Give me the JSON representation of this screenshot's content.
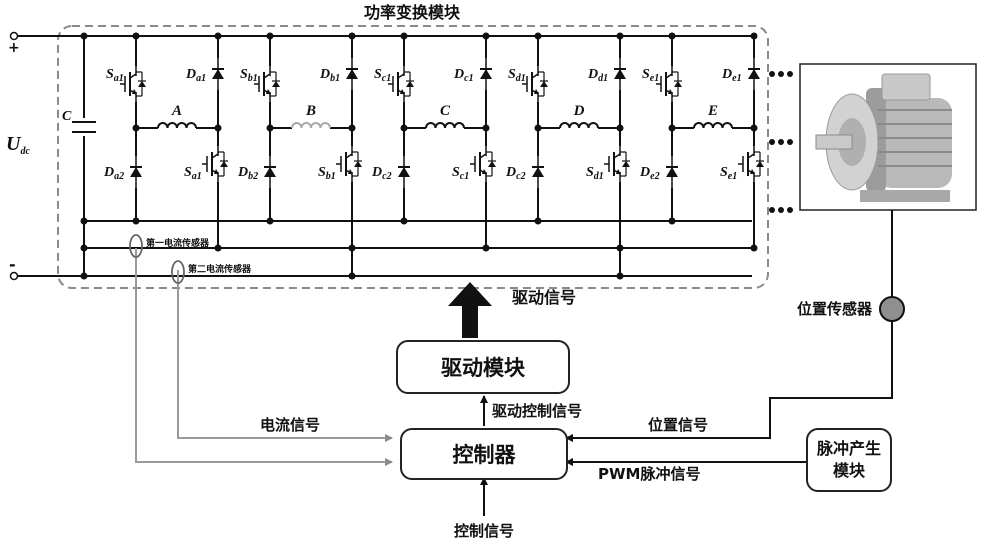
{
  "title": "功率变换模块",
  "supply": {
    "plus": "+",
    "minus": "-",
    "voltage_main": "U",
    "voltage_sub": "dc",
    "capacitor": "C"
  },
  "phases": [
    {
      "letter": "A",
      "upper_switch": "S",
      "upper_sub": "a1",
      "upper_diode": "D",
      "upper_diode_sub": "a1",
      "lower_diode": "D",
      "lower_diode_sub": "a2",
      "lower_switch": "S",
      "lower_sub": "a1"
    },
    {
      "letter": "B",
      "upper_switch": "S",
      "upper_sub": "b1",
      "upper_diode": "D",
      "upper_diode_sub": "b1",
      "lower_diode": "D",
      "lower_diode_sub": "b2",
      "lower_switch": "S",
      "lower_sub": "b1"
    },
    {
      "letter": "C",
      "upper_switch": "S",
      "upper_sub": "c1",
      "upper_diode": "D",
      "upper_diode_sub": "c1",
      "lower_diode": "D",
      "lower_diode_sub": "c2",
      "lower_switch": "S",
      "lower_sub": "c1"
    },
    {
      "letter": "D",
      "upper_switch": "S",
      "upper_sub": "d1",
      "upper_diode": "D",
      "upper_diode_sub": "d1",
      "lower_diode": "D",
      "lower_diode_sub": "c2",
      "lower_switch": "S",
      "lower_sub": "d1"
    },
    {
      "letter": "E",
      "upper_switch": "S",
      "upper_sub": "e1",
      "upper_diode": "D",
      "upper_diode_sub": "e1",
      "lower_diode": "D",
      "lower_diode_sub": "e2",
      "lower_switch": "S",
      "lower_sub": "e1"
    }
  ],
  "sensors": {
    "first": "第一电流传感器",
    "second": "第二电流传感器",
    "position": "位置传感器"
  },
  "signals": {
    "drive": "驱动信号",
    "drive_control": "驱动控制信号",
    "current": "电流信号",
    "position": "位置信号",
    "pwm": "PWM脉冲信号",
    "control": "控制信号"
  },
  "blocks": {
    "drive_module": "驱动模块",
    "controller": "控制器",
    "pulse_module": "脉冲产生模块"
  },
  "colors": {
    "line": "#111111",
    "dashed_border": "#8a8a8a",
    "sensor_wire": "#9a9a9a",
    "inactive_phase": "#a8a8a8"
  },
  "motor": {
    "icon": "electric-motor-icon"
  }
}
